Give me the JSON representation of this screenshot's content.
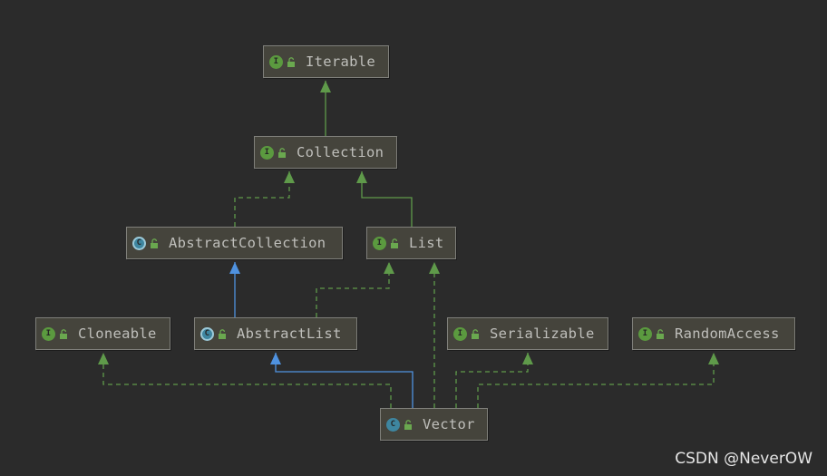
{
  "diagram": {
    "nodes": {
      "iterable": {
        "label": "Iterable",
        "kind": "interface",
        "kind_letter": "I",
        "access": "lock-open-icon"
      },
      "collection": {
        "label": "Collection",
        "kind": "interface",
        "kind_letter": "I",
        "access": "lock-open-icon"
      },
      "abstract_collection": {
        "label": "AbstractCollection",
        "kind": "abstract-class",
        "kind_letter": "C",
        "access": "lock-open-icon"
      },
      "list": {
        "label": "List",
        "kind": "interface",
        "kind_letter": "I",
        "access": "lock-open-icon"
      },
      "cloneable": {
        "label": "Cloneable",
        "kind": "interface",
        "kind_letter": "I",
        "access": "lock-open-icon"
      },
      "abstract_list": {
        "label": "AbstractList",
        "kind": "abstract-class",
        "kind_letter": "C",
        "access": "lock-open-icon"
      },
      "serializable": {
        "label": "Serializable",
        "kind": "interface",
        "kind_letter": "I",
        "access": "lock-open-icon"
      },
      "random_access": {
        "label": "RandomAccess",
        "kind": "interface",
        "kind_letter": "I",
        "access": "lock-open-icon"
      },
      "vector": {
        "label": "Vector",
        "kind": "class",
        "kind_letter": "C",
        "access": "lock-open-icon"
      }
    },
    "edges": [
      {
        "from": "collection",
        "to": "iterable",
        "type": "extends"
      },
      {
        "from": "abstract_collection",
        "to": "collection",
        "type": "implements"
      },
      {
        "from": "list",
        "to": "collection",
        "type": "extends"
      },
      {
        "from": "abstract_list",
        "to": "abstract_collection",
        "type": "class-extends"
      },
      {
        "from": "abstract_list",
        "to": "list",
        "type": "implements"
      },
      {
        "from": "vector",
        "to": "abstract_list",
        "type": "class-extends"
      },
      {
        "from": "vector",
        "to": "list",
        "type": "implements"
      },
      {
        "from": "vector",
        "to": "cloneable",
        "type": "implements"
      },
      {
        "from": "vector",
        "to": "serializable",
        "type": "implements"
      },
      {
        "from": "vector",
        "to": "random_access",
        "type": "implements"
      }
    ],
    "colors": {
      "background": "#2b2b2b",
      "implements": "#5f9a4a",
      "interface_extends": "#5f9a4a",
      "class_extends": "#4f92e0",
      "node_fill": "#45443c",
      "node_border": "#7f7f7a",
      "text": "#bfbfbb"
    }
  },
  "watermark": "CSDN @NeverOW"
}
